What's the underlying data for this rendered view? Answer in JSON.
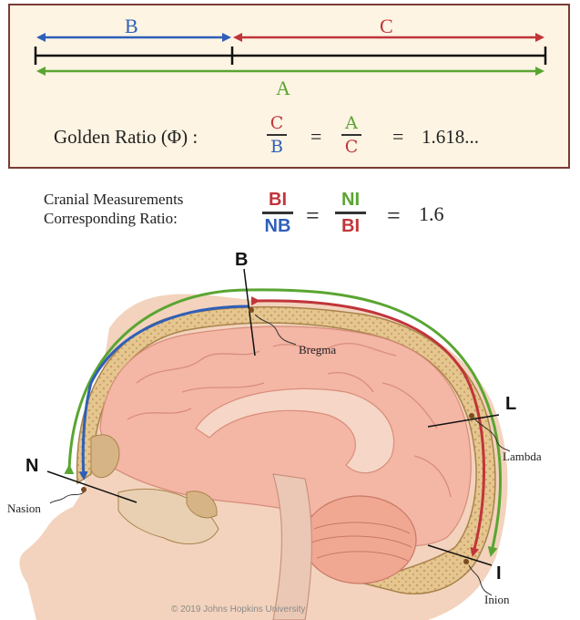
{
  "golden": {
    "label_b": "B",
    "label_c": "C",
    "label_a": "A",
    "formula_title": "Golden Ratio (Φ) :",
    "frac1_num": "C",
    "frac1_den": "B",
    "equals1": "=",
    "frac2_num": "A",
    "frac2_den": "C",
    "equals2": "=",
    "value": "1.618..."
  },
  "cranial": {
    "title_line1": "Cranial Measurements",
    "title_line2": "Corresponding Ratio:",
    "frac1_num": "BI",
    "frac1_den": "NB",
    "equals1": "=",
    "frac2_num": "NI",
    "frac2_den": "BI",
    "equals2": "=",
    "value": "1.6"
  },
  "illustration": {
    "point_b": "B",
    "point_l": "L",
    "point_n": "N",
    "point_i": "I",
    "bregma": "Bregma",
    "lambda": "Lambda",
    "nasion": "Nasion",
    "inion": "Inion",
    "copyright": "© 2019 Johns Hopkins University"
  },
  "colors": {
    "blue": "#2f5fb8",
    "red": "#c0353a",
    "green": "#5aa532",
    "frame": "#7a3b35",
    "box_bg": "#fdf4e3",
    "skin": "#f0c9b0",
    "brain": "#f2b7a6",
    "bone": "#e2c28a"
  }
}
